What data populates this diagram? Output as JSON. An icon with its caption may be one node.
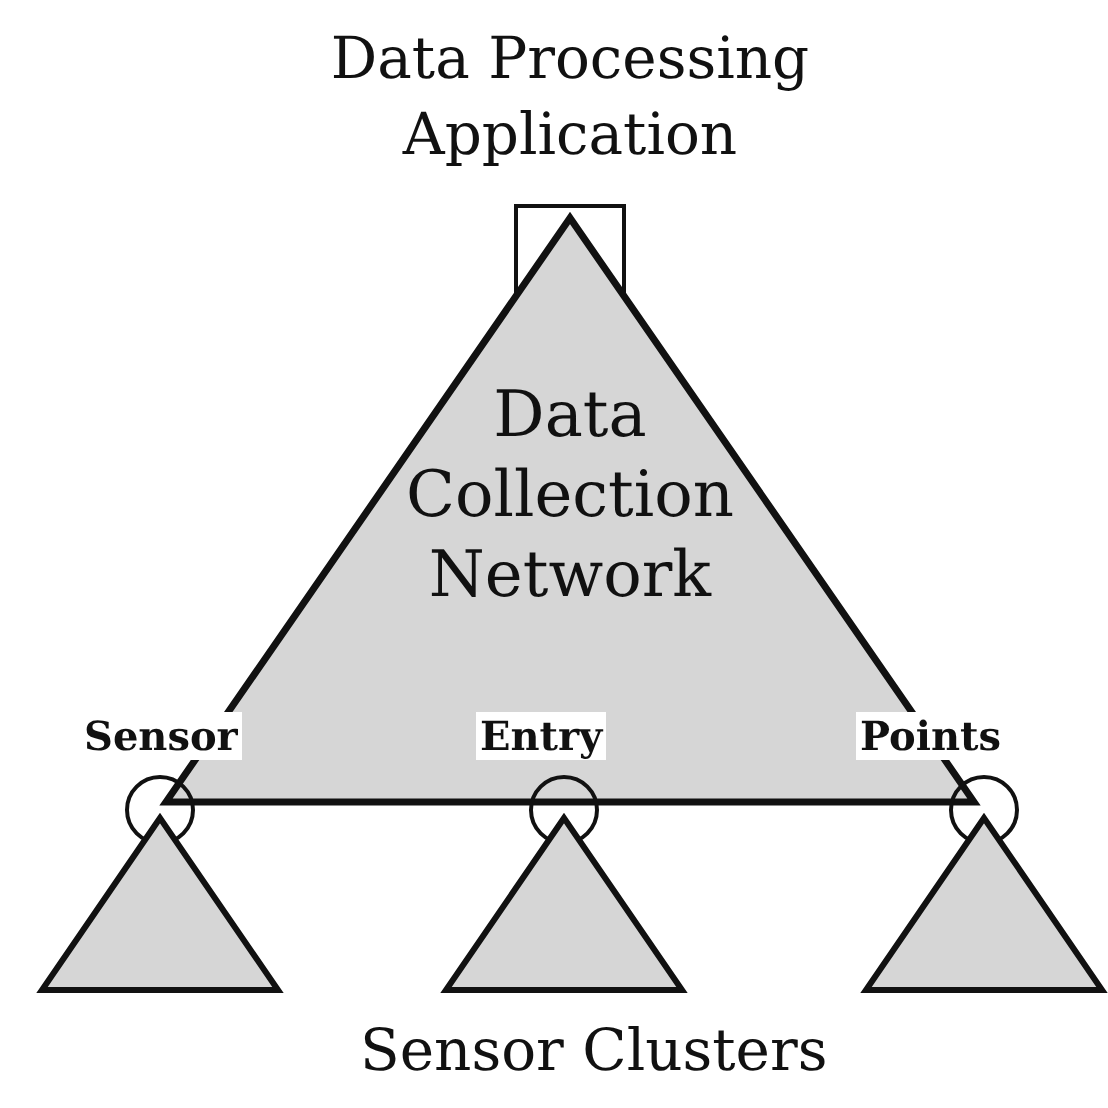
{
  "diagram": {
    "nodes": [
      {
        "text": [
          "Data Processing Application"
        ]
      },
      {
        "text": [
          "Data Collection Network"
        ]
      },
      {
        "text": [],
        "shape": "circle"
      },
      {
        "text": [],
        "shape": "circle"
      },
      {
        "text": [],
        "shape": "circle"
      },
      {
        "text": [],
        "shape": "triangle"
      },
      {
        "text": [],
        "shape": "triangle"
      },
      {
        "text": [],
        "shape": "triangle"
      }
    ],
    "labels": [
      "Sensor",
      "Entry",
      "Points",
      "Sensor Clusters"
    ]
  }
}
